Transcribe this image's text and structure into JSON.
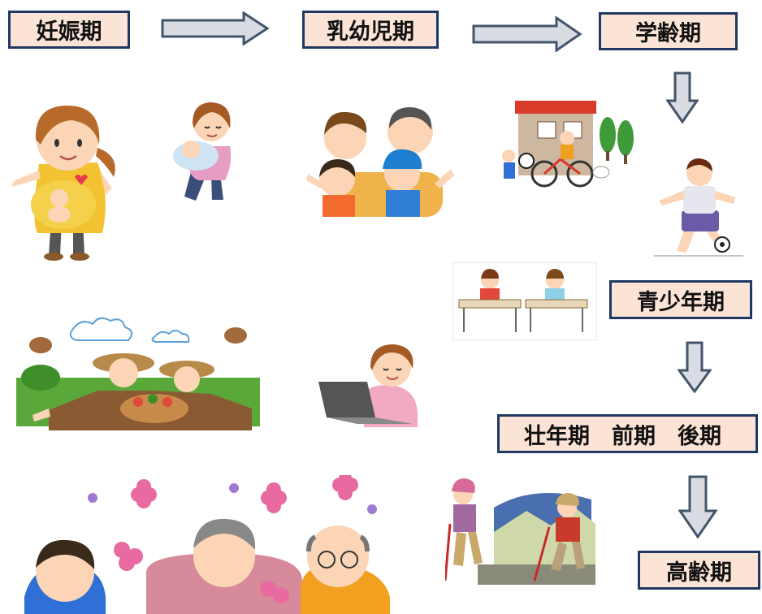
{
  "stages": {
    "ninshinki": "妊娠期",
    "nyuyouji": "乳幼児期",
    "gakurei": "学齢期",
    "seishonen": "青少年期",
    "sonen": "壮年期　前期　後期",
    "korei": "高齢期"
  },
  "colors": {
    "label_fill": "#fbe3d6",
    "label_border": "#1f3864",
    "arrow_fill": "#d9dde3",
    "arrow_border": "#44546a"
  },
  "illustrations": [
    "pregnant-mother-illustration",
    "mother-holding-baby-illustration",
    "family-group-illustration",
    "children-playing-by-house-illustration",
    "boy-with-soccer-ball-illustration",
    "students-at-desks-illustration",
    "farming-couple-illustration",
    "woman-with-laptop-illustration",
    "elderly-couple-with-flowers-illustration",
    "hikers-in-mountains-illustration"
  ]
}
